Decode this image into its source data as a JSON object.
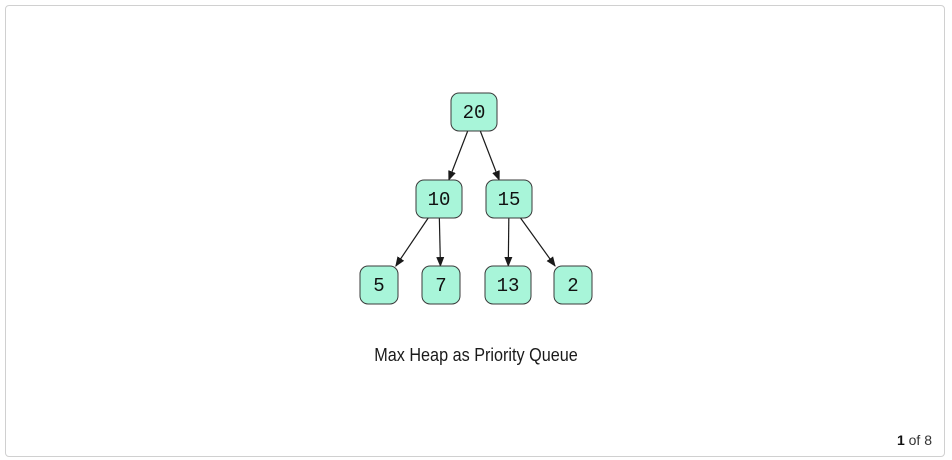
{
  "diagram": {
    "caption": "Max Heap as Priority Queue",
    "node_fill": "#a8f5d9",
    "nodes": [
      {
        "id": "n20",
        "label": "20"
      },
      {
        "id": "n10",
        "label": "10"
      },
      {
        "id": "n15",
        "label": "15"
      },
      {
        "id": "n5",
        "label": "5"
      },
      {
        "id": "n7",
        "label": "7"
      },
      {
        "id": "n13",
        "label": "13"
      },
      {
        "id": "n2",
        "label": "2"
      }
    ],
    "edges": [
      {
        "from": "n20",
        "to": "n10"
      },
      {
        "from": "n20",
        "to": "n15"
      },
      {
        "from": "n10",
        "to": "n5"
      },
      {
        "from": "n10",
        "to": "n7"
      },
      {
        "from": "n15",
        "to": "n13"
      },
      {
        "from": "n15",
        "to": "n2"
      }
    ]
  },
  "pager": {
    "current": "1",
    "of_label": "of",
    "total": "8"
  }
}
